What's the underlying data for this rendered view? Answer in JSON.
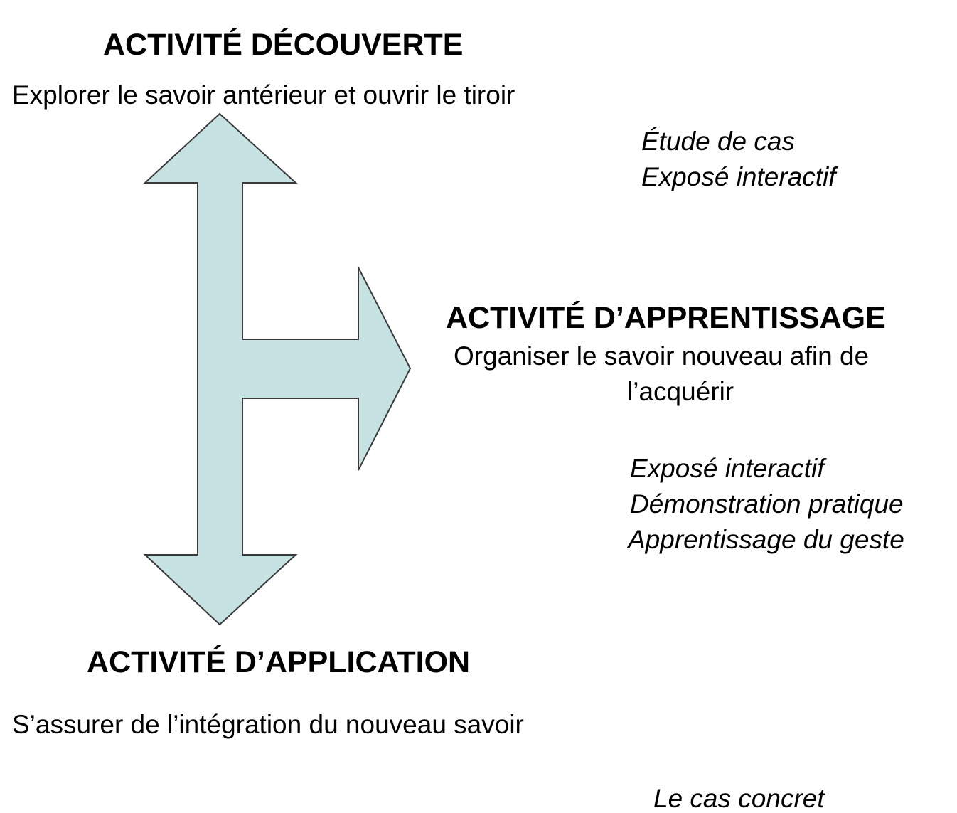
{
  "colors": {
    "arrow_fill": "#c6e2e3",
    "arrow_stroke": "#3a3a3a",
    "text": "#000000"
  },
  "icons": [
    "three-way-arrow-icon"
  ],
  "discovery": {
    "title": "ACTIVITÉ DÉCOUVERTE",
    "description": "Explorer le savoir antérieur et ouvrir le tiroir",
    "methods": [
      "Étude de cas",
      "Exposé interactif"
    ]
  },
  "learning": {
    "title": "ACTIVITÉ D’APPRENTISSAGE",
    "description_lines": [
      "Organiser le savoir nouveau afin de",
      "l’acquérir"
    ],
    "methods": [
      "Exposé interactif",
      "Démonstration pratique",
      "Apprentissage du geste"
    ]
  },
  "application": {
    "title": "ACTIVITÉ D’APPLICATION",
    "description": "S’assurer de l’intégration du nouveau savoir",
    "methods": [
      "Le cas concret"
    ]
  }
}
